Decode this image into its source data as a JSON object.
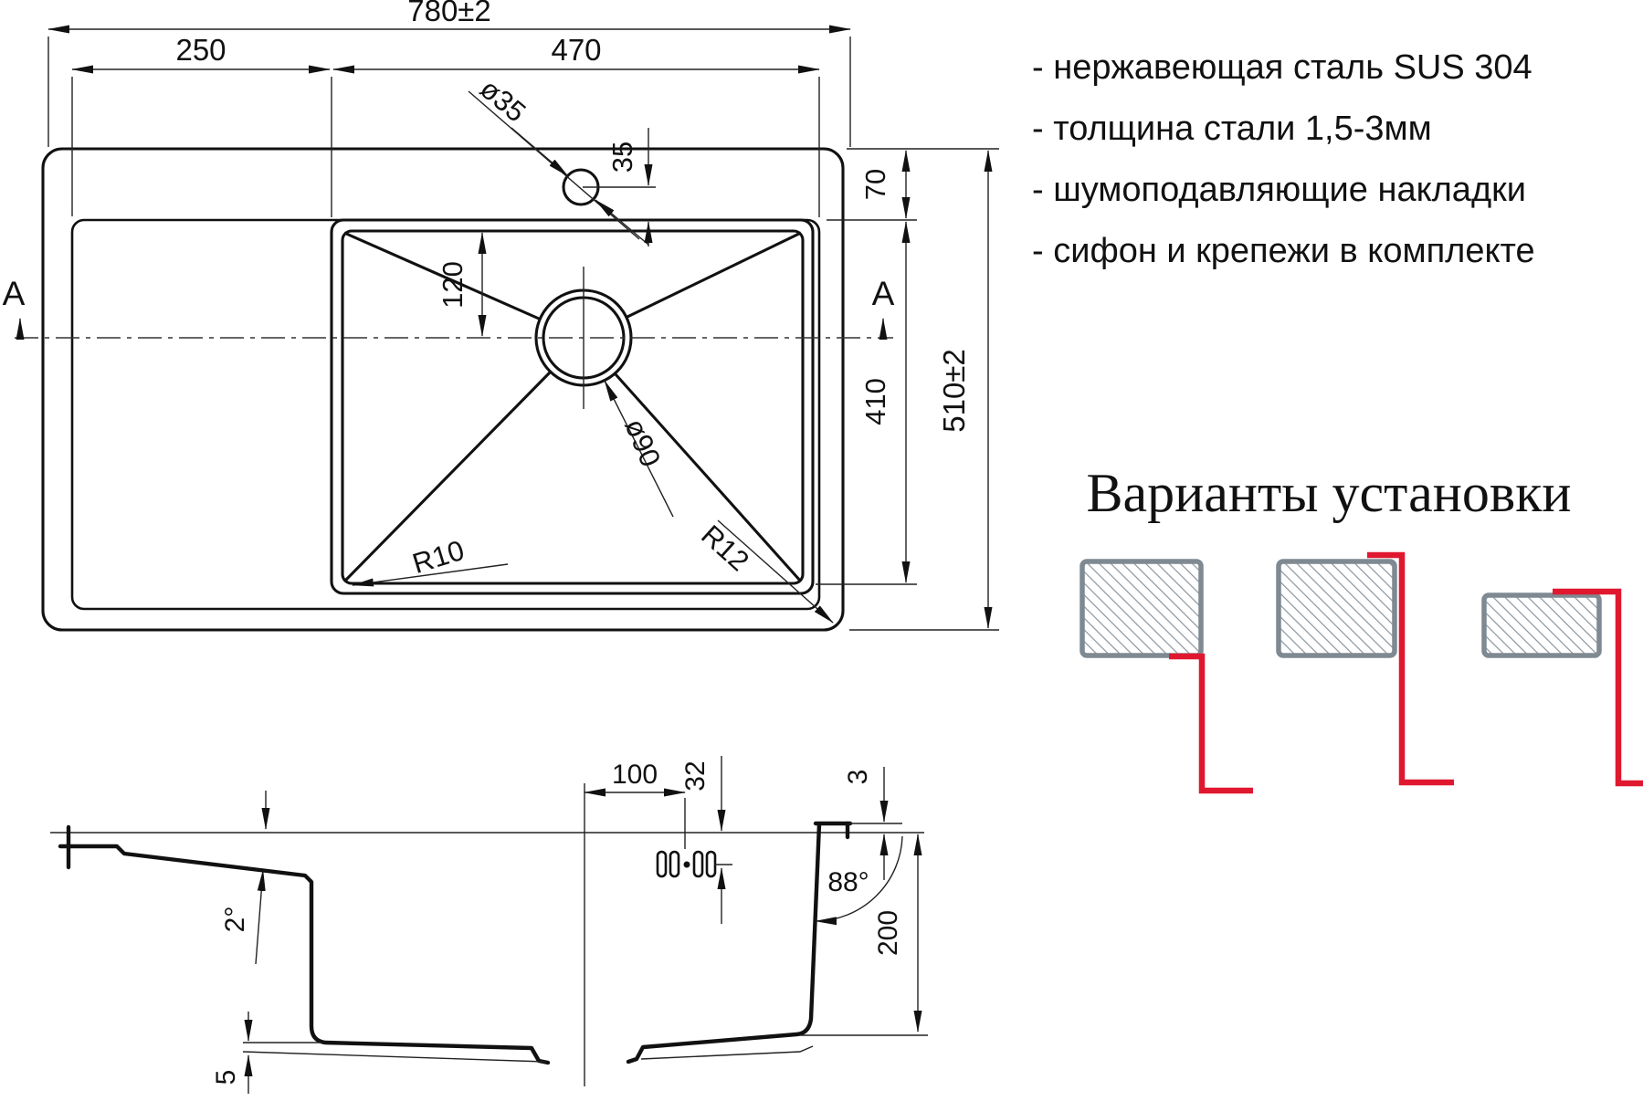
{
  "colors": {
    "ink": "#111111",
    "red": "#e0182f",
    "gray_border": "#7e8992",
    "hatch_line": "#8b959d"
  },
  "features": {
    "items": [
      "- нержавеющая сталь SUS 304",
      "- толщина стали 1,5-3мм",
      "- шумоподавляющие накладки",
      "- сифон и крепежи в комплекте"
    ]
  },
  "install": {
    "title": "Варианты установки"
  },
  "plan_view": {
    "overall_width": "780±2",
    "drainboard_width": "250",
    "bowl_width": "470",
    "faucet_hole_dia": "ø35",
    "faucet_hole_offset": "35",
    "rim_to_bowl": "70",
    "bowl_length": "410",
    "overall_depth": "510±2",
    "drain_offset": "120",
    "drain_dia": "ø90",
    "bowl_corner_radius": "R10",
    "outer_corner_radius": "R12",
    "section_mark_left": "A",
    "section_mark_right": "A"
  },
  "section_view": {
    "drain_to_overflow": "100",
    "overflow_depth": "32",
    "drainboard_slope": "2°",
    "rim_height": "3",
    "wall_angle": "88°",
    "bowl_depth": "200",
    "bottom_slope": "5"
  }
}
